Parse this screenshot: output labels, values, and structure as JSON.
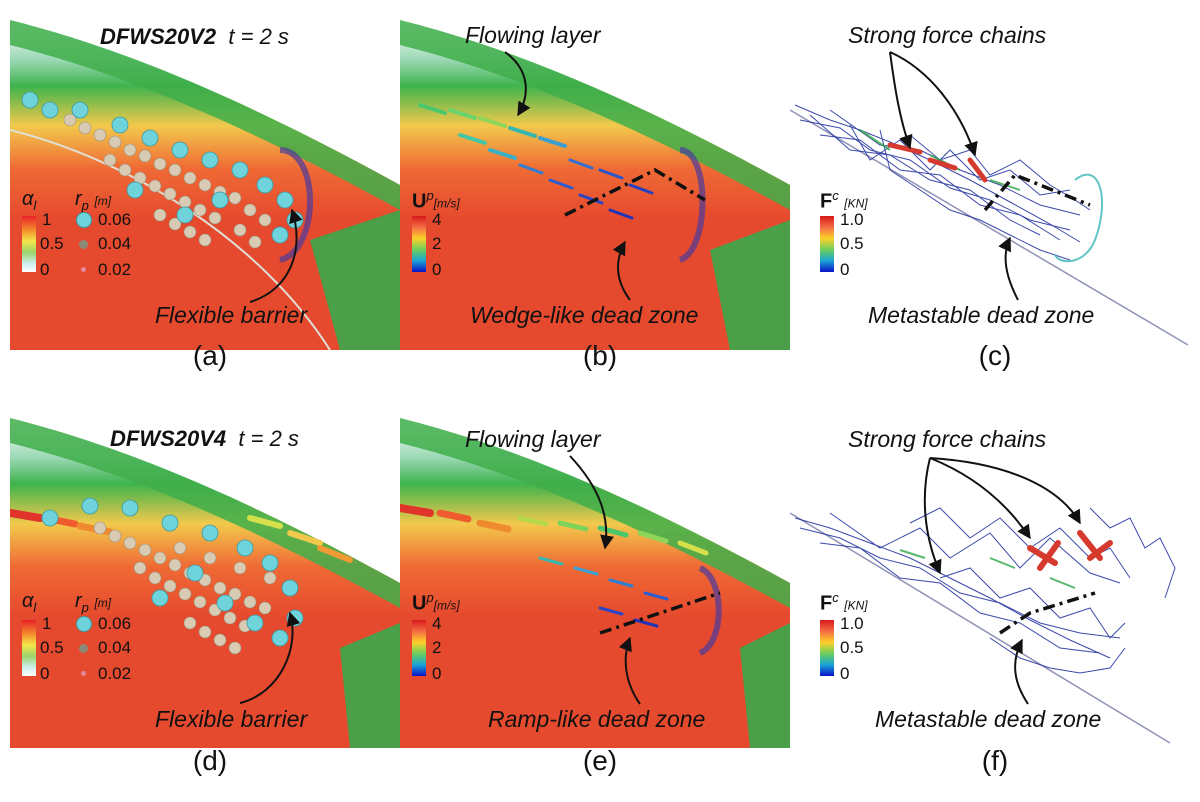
{
  "panels": {
    "a": {
      "case": "DFWS20V2",
      "time": "t = 2 s",
      "annotation": "Flexible barrier",
      "label": "(a)"
    },
    "b": {
      "annotation_top": "Flowing layer",
      "annotation_bottom": "Wedge-like dead zone",
      "label": "(b)"
    },
    "c": {
      "annotation_top": "Strong force chains",
      "annotation_bottom": "Metastable dead zone",
      "label": "(c)"
    },
    "d": {
      "case": "DFWS20V4",
      "time": "t = 2 s",
      "annotation": "Flexible barrier",
      "label": "(d)"
    },
    "e": {
      "annotation_top": "Flowing layer",
      "annotation_bottom": "Ramp-like dead zone",
      "label": "(e)"
    },
    "f": {
      "annotation_top": "Strong force chains",
      "annotation_bottom": "Metastable dead zone",
      "label": "(f)"
    }
  },
  "legends": {
    "alpha": {
      "symbol": "α",
      "sub": "l",
      "ticks": [
        "1",
        "0.5",
        "0"
      ]
    },
    "radius": {
      "symbol": "r",
      "sub": "p",
      "unit": "[m]",
      "values": [
        "0.06",
        "0.04",
        "0.02"
      ]
    },
    "velocity": {
      "symbol": "U",
      "sup": "p",
      "unit": "[m/s]",
      "ticks": [
        "4",
        "2",
        "0"
      ]
    },
    "force": {
      "symbol": "F",
      "sup": "c",
      "unit": "[KN]",
      "ticks": [
        "1.0",
        "0.5",
        "0"
      ]
    }
  },
  "colors": {
    "particle_large": "#6fd3dc",
    "particle_mid": "#8b8a78",
    "particle_small": "#e58a9a",
    "slope_green": "#2fa84a",
    "flow_red": "#e64a2e",
    "force_blue": "#1a2a9c"
  }
}
